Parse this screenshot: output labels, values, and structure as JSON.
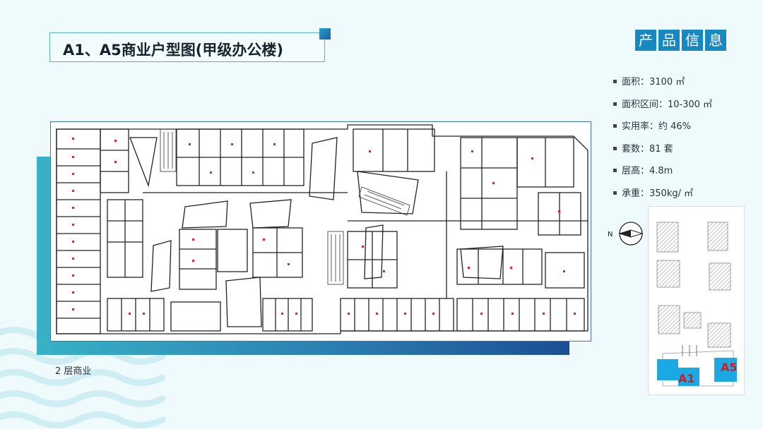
{
  "title": "A1、A5商业户型图(甲级办公楼)",
  "header": {
    "label": "产品信息",
    "chars": [
      "产",
      "品",
      "信",
      "息"
    ]
  },
  "specs": [
    "面积：3100 ㎡",
    "面积区间：10-300 ㎡",
    "实用率：约 46%",
    "套数：81 套",
    "层高：4.8m",
    "承重：350kg/ ㎡"
  ],
  "caption": "2 层商业",
  "compass": {
    "label": "N"
  },
  "site_map": {
    "labels": {
      "a1": "A1",
      "a5": "A5"
    }
  },
  "colors": {
    "accent": "#1789c0",
    "frame": "#3a74b8",
    "highlight": "#1aa9e2",
    "label_red": "#d11b27"
  }
}
